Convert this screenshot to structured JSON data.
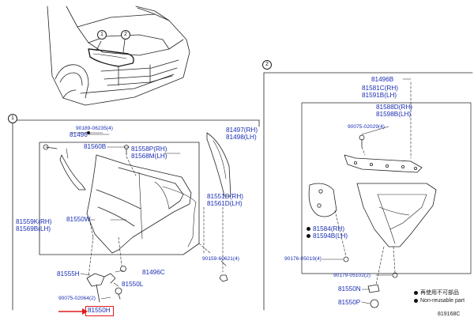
{
  "callouts": {
    "one": "1",
    "two": "2"
  },
  "group1": {
    "p90189": "90189-06235",
    "p90189_qty": "(4)",
    "p81496": "81496",
    "p81560B": "81560B",
    "p81558P": "81558P",
    "p81558P_rh": "(RH)",
    "p81568M": "81568M",
    "p81568M_lh": "(LH)",
    "p81497": "81497",
    "p81497_rh": "(RH)",
    "p81498": "81498",
    "p81498_lh": "(LH)",
    "p81551D": "81551D",
    "p81551D_rh": "(RH)",
    "p81561D": "81561D",
    "p81561D_lh": "(LH)",
    "p81559K": "81559K",
    "p81559K_rh": "(RH)",
    "p81569B": "81569B",
    "p81569B_lh": "(LH)",
    "p81550W": "81550W",
    "p90159": "90159-60621",
    "p90159_qty": "(4)",
    "p81555H": "81555H",
    "p81496C": "81496C",
    "p81550L": "81550L",
    "p90075": "90075-02064",
    "p90075_qty": "(2)",
    "p81550H": "81550H"
  },
  "group2": {
    "p81496B": "81496B",
    "p81581C": "81581C",
    "p81581C_rh": "(RH)",
    "p81591B": "81591B",
    "p81591B_lh": "(LH)",
    "p81588D": "81588D",
    "p81588D_rh": "(RH)",
    "p81598B": "81598B",
    "p81598B_lh": "(LH)",
    "p90075b": "90075-02029",
    "p90075b_qty": "(4)",
    "p81584": "81584",
    "p81584_rh": "(RH)",
    "p81594B": "81594B",
    "p81594B_lh": "(LH)",
    "p90176": "90176-05019",
    "p90176_qty": "(4)",
    "p90179": "90179-05102",
    "p90179_qty": "(2)",
    "p81550N": "81550N",
    "p81550P": "81550P"
  },
  "legend": {
    "jp": "再使用不可部品",
    "en": "Non-reusable part"
  },
  "diagram_id": "819168C",
  "colors": {
    "label": "#1a2fb4",
    "highlight": "#e01b1b",
    "line": "#222222"
  }
}
